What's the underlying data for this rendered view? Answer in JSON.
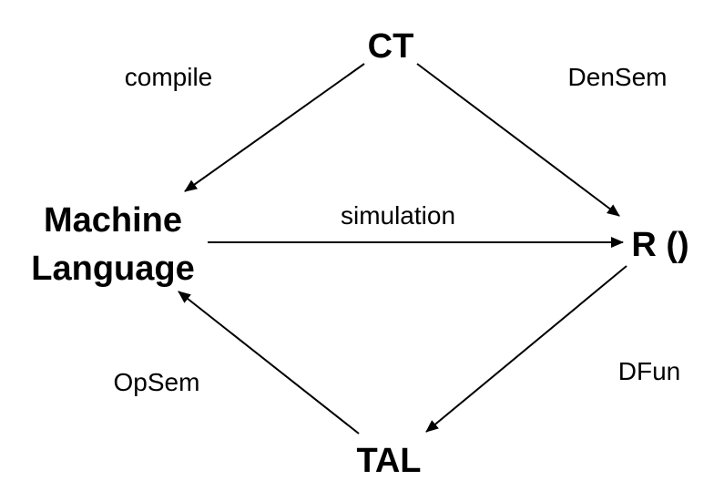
{
  "nodes": {
    "ct": {
      "label": "CT"
    },
    "machine_language": {
      "line1": "Machine",
      "line2": "Language"
    },
    "r": {
      "label": "R ()"
    },
    "tal": {
      "label": "TAL"
    }
  },
  "edges": {
    "compile": {
      "label": "compile"
    },
    "densem": {
      "label": "DenSem"
    },
    "simulation": {
      "label": "simulation"
    },
    "opsem": {
      "label": "OpSem"
    },
    "dfun": {
      "label": "DFun"
    }
  },
  "colors": {
    "background": "#ffffff",
    "ink": "#000000"
  }
}
